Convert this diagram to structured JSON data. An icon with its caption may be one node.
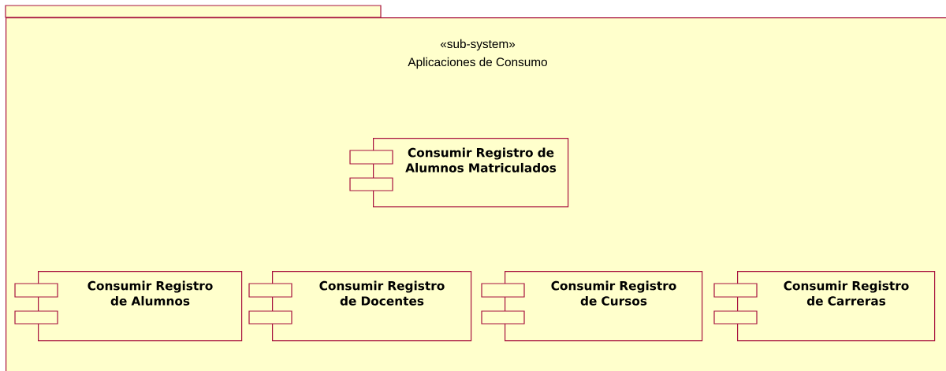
{
  "diagram": {
    "nodes": [
      {
        "text": [
          "«sub-system»",
          "Aplicaciones de Consumo"
        ]
      },
      {
        "text": [
          "Consumir Registro de Alumnos Matriculados"
        ],
        "in": 0
      },
      {
        "text": [
          "Consumir Registro de Alumnos"
        ],
        "in": 0
      },
      {
        "text": [
          "Consumir Registro de Docentes"
        ],
        "in": 0
      },
      {
        "text": [
          "Consumir Registro de Cursos"
        ],
        "in": 0
      },
      {
        "text": [
          "Consumir Registro de Carreras"
        ],
        "in": 0
      }
    ]
  }
}
